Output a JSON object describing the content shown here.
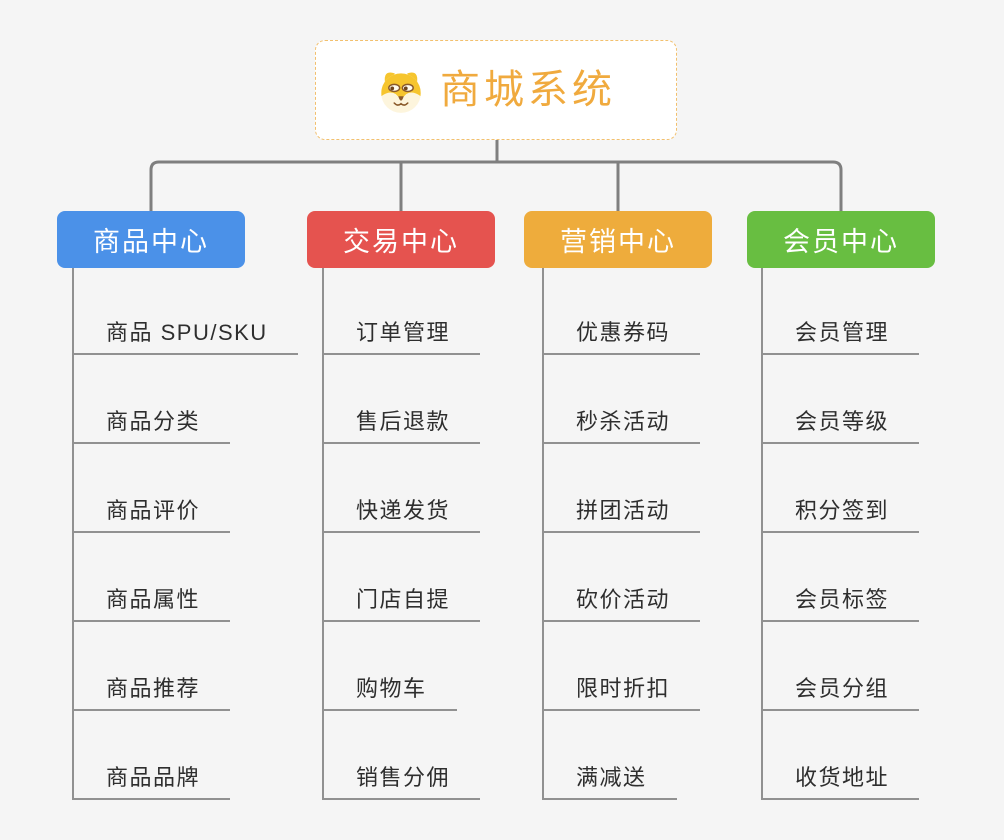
{
  "root": {
    "label": "商城系统",
    "icon": "shiba-dog-icon",
    "text_color": "#f0aa3e",
    "border_color": "#f2c06e",
    "background": "#ffffff"
  },
  "connector_color": "#7f7f7f",
  "leaf_line_color": "#919191",
  "page_background": "#f5f5f5",
  "branches": [
    {
      "label": "商品中心",
      "color": "#4b91e8",
      "children": [
        "商品 SPU/SKU",
        "商品分类",
        "商品评价",
        "商品属性",
        "商品推荐",
        "商品品牌"
      ]
    },
    {
      "label": "交易中心",
      "color": "#e5534f",
      "children": [
        "订单管理",
        "售后退款",
        "快递发货",
        "门店自提",
        "购物车",
        "销售分佣"
      ]
    },
    {
      "label": "营销中心",
      "color": "#eeac3c",
      "children": [
        "优惠券码",
        "秒杀活动",
        "拼团活动",
        "砍价活动",
        "限时折扣",
        "满减送"
      ]
    },
    {
      "label": "会员中心",
      "color": "#68be41",
      "children": [
        "会员管理",
        "会员等级",
        "积分签到",
        "会员标签",
        "会员分组",
        "收货地址"
      ]
    }
  ]
}
